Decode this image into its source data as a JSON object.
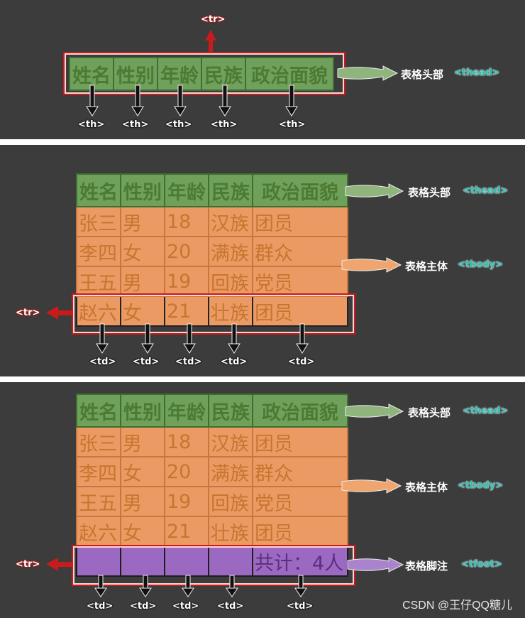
{
  "headers": [
    "姓名",
    "性别",
    "年龄",
    "民族",
    "政治面貌"
  ],
  "rows": [
    [
      "张三",
      "男",
      "18",
      "汉族",
      "团员"
    ],
    [
      "李四",
      "女",
      "20",
      "满族",
      "群众"
    ],
    [
      "王五",
      "男",
      "19",
      "回族",
      "党员"
    ],
    [
      "赵六",
      "女",
      "21",
      "壮族",
      "团员"
    ]
  ],
  "footer_text": "共计：4人",
  "labels": {
    "thead": "表格头部",
    "tbody": "表格主体",
    "tfoot": "表格脚注"
  },
  "tags": {
    "tr": "<tr>",
    "th": "<th>",
    "td": "<td>",
    "thead": "<thead>",
    "tbody": "<tbody>",
    "tfoot": "<tfoot>"
  },
  "watermark": "CSDN @王仔QQ糖儿",
  "colors": {
    "panel": "#3c3c3c",
    "header_fill": "#6fa15d",
    "body_fill": "#ec9a63",
    "footer_fill": "#9b69c2",
    "highlight": "#c91b1b"
  }
}
